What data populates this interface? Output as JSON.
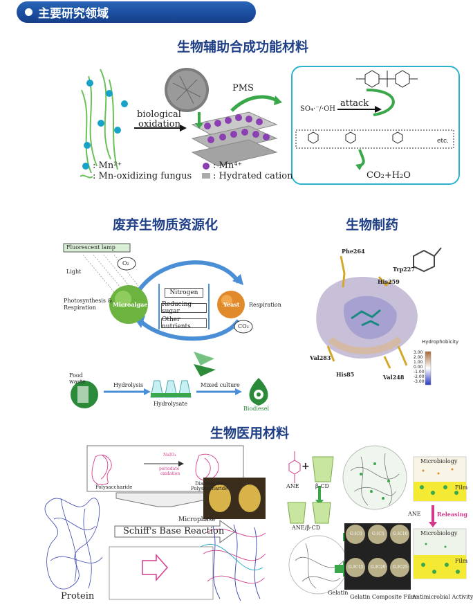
{
  "header": {
    "title": "主要研究领域"
  },
  "sections": {
    "s1": {
      "title": "生物辅助合成功能材料"
    },
    "s2": {
      "title": "废弃生物质资源化"
    },
    "s3": {
      "title": "生物制药"
    },
    "s4": {
      "title": "生物医用材料"
    }
  },
  "fig1": {
    "arrow_label_1": "biological",
    "arrow_label_2": "oxidation",
    "pms": "PMS",
    "so4": "SO₄·⁻/·OH",
    "attack": "attack",
    "product": "CO₂+H₂O",
    "etc": "etc.",
    "legend_mn2": ": Mn²⁺",
    "legend_fungus": ": Mn-oxidizing fungus",
    "legend_mn4": ": Mn⁴⁺",
    "legend_hyd": ": Hydrated cation"
  },
  "fig2": {
    "lamp": "Fluorescent lamp",
    "light": "Light",
    "o2": "O₂",
    "photo": "Photosynthesis &",
    "resp": "Respiration",
    "microalgae": "Microalgae",
    "nitrogen": "Nitrogen",
    "reducing": "Reducing sugar",
    "other": "Other nutrients",
    "yeast": "Yeast",
    "respiration": "Respiration",
    "co2": "CO₂",
    "food": "Food",
    "waste": "waste",
    "hydrolysis": "Hydrolysis",
    "hydrolysate": "Hydrolysate",
    "mixed": "Mixed culture",
    "biodiesel": "Biodiesel"
  },
  "fig3": {
    "phe": "Phe264",
    "trp": "Trp227",
    "his259": "His259",
    "val283": "Val283",
    "his85": "His85",
    "val248": "Val248",
    "legend_title": "Hydrophobicity",
    "legend_ticks": [
      "3.00",
      "2.00",
      "1.00",
      "0.00",
      "-1.00",
      "-2.00",
      "-3.00"
    ]
  },
  "fig4": {
    "naio4": "NaIO₄",
    "periodate": "periodate",
    "oxidation": "oxidation",
    "polysaccharide": "Polysaccharide",
    "dialdehyde": "Dialdehyde",
    "dialdehyde2": "Polysaccharide",
    "schiff": "Schiff's Base Reaction",
    "microphase": "Microphase",
    "protein": "Protein"
  },
  "fig5": {
    "ane": "ANE",
    "bcd": "β-CD",
    "ane_bcd": "ANE/β-CD",
    "gelatin": "Gelatin",
    "film": "Gelatin Composite Film",
    "activity": "Antimicrobial Activity",
    "micro1": "Microbiology",
    "film1": "Film",
    "releasing": "Releasing",
    "ane2": "ANE",
    "micro2": "Microbiology",
    "film2": "Film",
    "samples": [
      "G-IC0",
      "G-IC5",
      "G-IC10",
      "G-IC15",
      "G-IC20",
      "G-IC25"
    ]
  }
}
